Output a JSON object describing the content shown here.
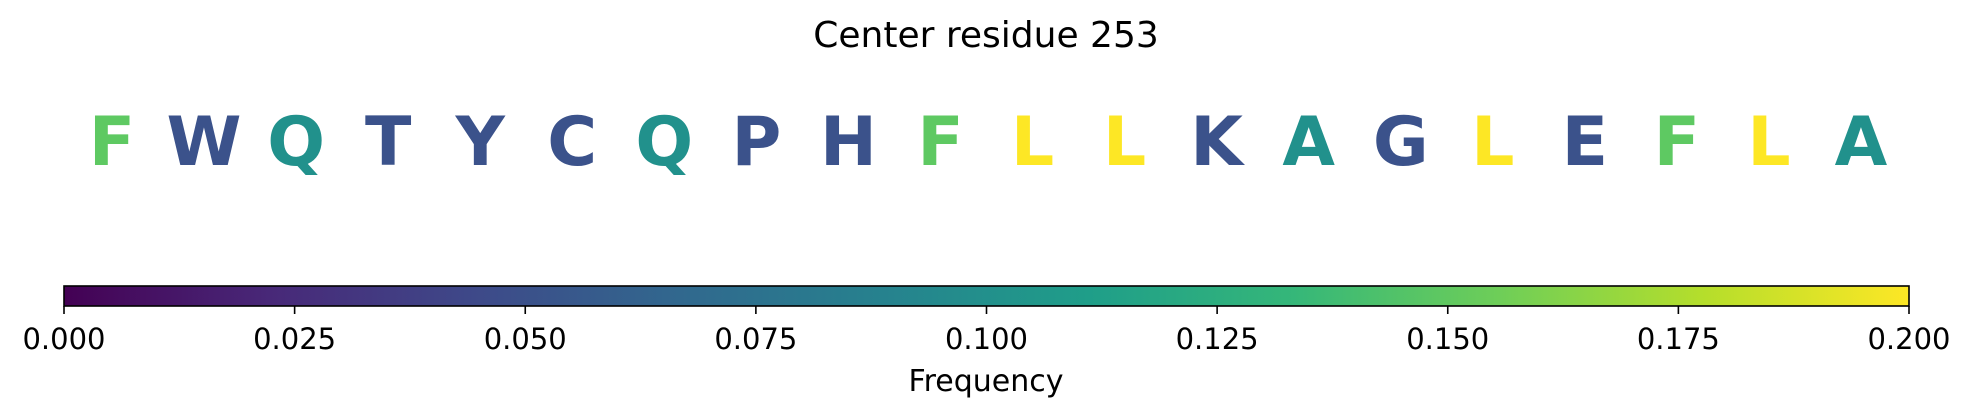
{
  "chart_data": {
    "type": "heatmap",
    "title": "Center residue 253",
    "residues": [
      {
        "letter": "F",
        "color": "#5ec962"
      },
      {
        "letter": "W",
        "color": "#3b528b"
      },
      {
        "letter": "Q",
        "color": "#21918c"
      },
      {
        "letter": "T",
        "color": "#3b528b"
      },
      {
        "letter": "Y",
        "color": "#3b528b"
      },
      {
        "letter": "C",
        "color": "#3b528b"
      },
      {
        "letter": "Q",
        "color": "#21918c"
      },
      {
        "letter": "P",
        "color": "#3b528b"
      },
      {
        "letter": "H",
        "color": "#3b528b"
      },
      {
        "letter": "F",
        "color": "#5ec962"
      },
      {
        "letter": "L",
        "color": "#fde725"
      },
      {
        "letter": "L",
        "color": "#fde725"
      },
      {
        "letter": "K",
        "color": "#3b528b"
      },
      {
        "letter": "A",
        "color": "#21918c"
      },
      {
        "letter": "G",
        "color": "#3b528b"
      },
      {
        "letter": "L",
        "color": "#fde725"
      },
      {
        "letter": "E",
        "color": "#3b528b"
      },
      {
        "letter": "F",
        "color": "#5ec962"
      },
      {
        "letter": "L",
        "color": "#fde725"
      },
      {
        "letter": "A",
        "color": "#21918c"
      }
    ],
    "colorbar": {
      "label": "Frequency",
      "colormap": "viridis",
      "range": [
        0,
        0.2
      ],
      "ticks": [
        "0.000",
        "0.025",
        "0.050",
        "0.075",
        "0.100",
        "0.125",
        "0.150",
        "0.175",
        "0.200"
      ],
      "colors": [
        "#440154",
        "#482878",
        "#3e4989",
        "#31688e",
        "#26828e",
        "#1f9e89",
        "#35b779",
        "#6ece58",
        "#b5de2b",
        "#fde725"
      ]
    }
  }
}
